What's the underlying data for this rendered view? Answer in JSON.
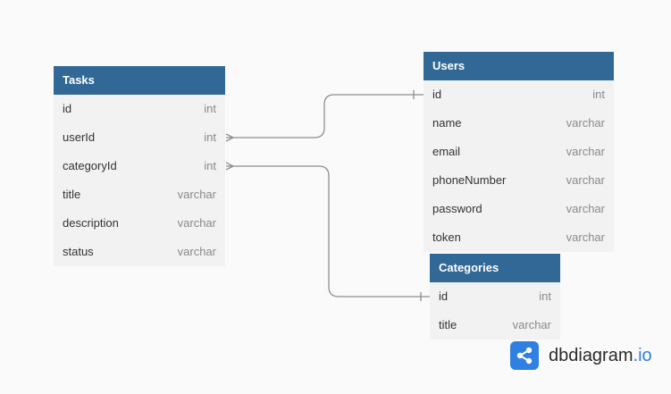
{
  "tables": [
    {
      "id": "tasks",
      "name": "Tasks",
      "fields": [
        {
          "name": "id",
          "type": "int"
        },
        {
          "name": "userId",
          "type": "int"
        },
        {
          "name": "categoryId",
          "type": "int"
        },
        {
          "name": "title",
          "type": "varchar"
        },
        {
          "name": "description",
          "type": "varchar"
        },
        {
          "name": "status",
          "type": "varchar"
        }
      ]
    },
    {
      "id": "users",
      "name": "Users",
      "fields": [
        {
          "name": "id",
          "type": "int"
        },
        {
          "name": "name",
          "type": "varchar"
        },
        {
          "name": "email",
          "type": "varchar"
        },
        {
          "name": "phoneNumber",
          "type": "varchar"
        },
        {
          "name": "password",
          "type": "varchar"
        },
        {
          "name": "token",
          "type": "varchar"
        }
      ]
    },
    {
      "id": "categories",
      "name": "Categories",
      "fields": [
        {
          "name": "id",
          "type": "int"
        },
        {
          "name": "title",
          "type": "varchar"
        }
      ]
    }
  ],
  "relationships": [
    {
      "from": "Tasks.userId",
      "from_cardinality": "many",
      "to": "Users.id",
      "to_cardinality": "one"
    },
    {
      "from": "Tasks.categoryId",
      "from_cardinality": "many",
      "to": "Categories.id",
      "to_cardinality": "one"
    }
  ],
  "logo": {
    "brand": "dbdiagram",
    "suffix": ".io"
  },
  "colors": {
    "header": "#316896",
    "row_bg": "#f2f2f2",
    "connector": "#8e8e8e",
    "logo_accent": "#2f80e0"
  }
}
